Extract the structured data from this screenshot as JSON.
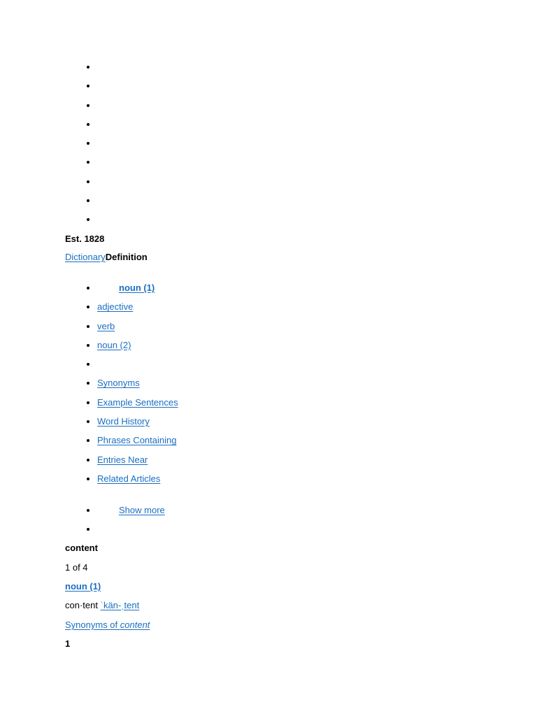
{
  "top_nav": {
    "bullet_count": 9
  },
  "established": "Est. 1828",
  "breadcrumb": {
    "link": "Dictionary",
    "current": "Definition"
  },
  "entry_nav": {
    "items": [
      "noun (1)",
      "adjective",
      "verb",
      "noun (2)",
      "",
      "Synonyms",
      "Example Sentences",
      "Word History",
      "Phrases Containing",
      "Entries Near",
      "Related Articles"
    ],
    "show_more": "Show more"
  },
  "entry": {
    "headword": "content",
    "entry_count": "1 of 4",
    "part_of_speech": "noun (1)",
    "syllables": "con·tent",
    "pronunciation": "ˈkän-ˌtent",
    "synonyms_link_prefix": "Synonyms of ",
    "synonyms_link_word": "content",
    "sense_number": "1"
  },
  "colors": {
    "link": "#1a6ec1",
    "text": "#000000",
    "background": "#ffffff"
  }
}
